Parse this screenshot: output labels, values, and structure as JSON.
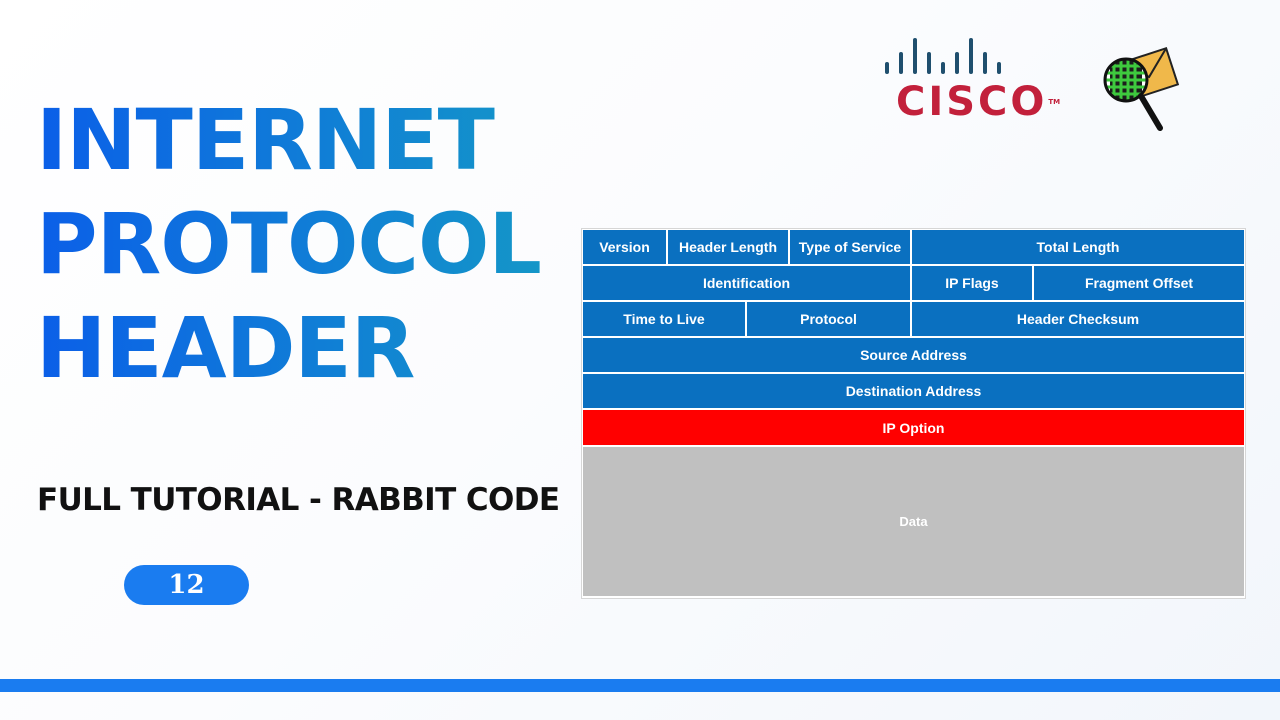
{
  "title": {
    "line1": "INTERNET",
    "line2": "PROTOCOL",
    "line3": "HEADER"
  },
  "subtitle": "FULL TUTORIAL - RABBIT CODE",
  "badge": "12",
  "logo": {
    "brand": "CISCO",
    "trademark": "TM"
  },
  "colors": {
    "title_gradient_start": "#0b5fe8",
    "title_gradient_end": "#1496c8",
    "accent": "#1a7cf0",
    "field_blue": "#0a70c0",
    "option_red": "#ff0000",
    "data_gray": "#c0c0c0",
    "cisco_red": "#c2203b"
  },
  "icons": [
    "cisco-logo",
    "packet-inspect-icon"
  ],
  "header_fields": {
    "row1": [
      "Version",
      "Header Length",
      "Type of Service",
      "Total Length"
    ],
    "row2": [
      "Identification",
      "IP Flags",
      "Fragment Offset"
    ],
    "row3": [
      "Time to Live",
      "Protocol",
      "Header Checksum"
    ],
    "row4": [
      "Source Address"
    ],
    "row5": [
      "Destination Address"
    ],
    "row6": [
      "IP Option"
    ],
    "row7": [
      "Data"
    ]
  }
}
